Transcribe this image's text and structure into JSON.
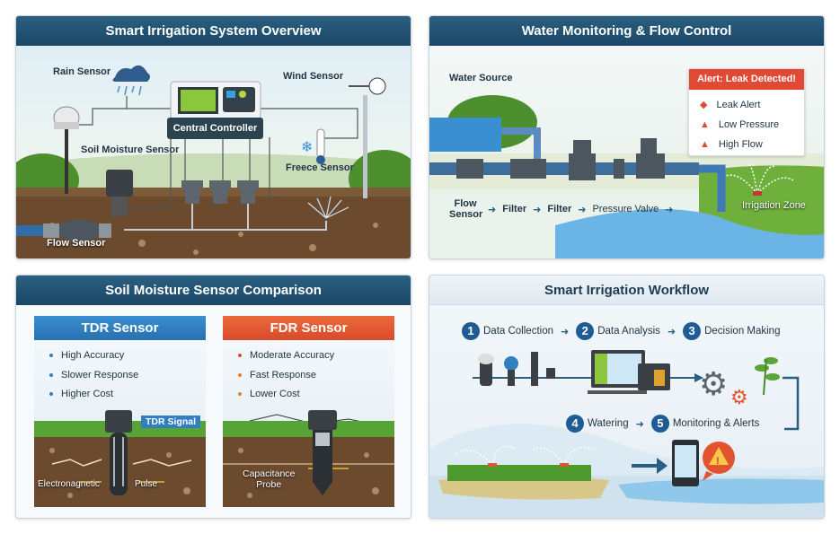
{
  "panels": {
    "overview": {
      "title": "Smart Irrigation System Overview",
      "labels": {
        "rain_sensor": "Rain Sensor",
        "wind_sensor": "Wind Sensor",
        "central_controller": "Central Controller",
        "soil_moisture_sensor": "Soil Moisture Sensor",
        "freeze_sensor": "Freece Sensor",
        "flow_sensor": "Flow Sensor"
      }
    },
    "water": {
      "title": "Water Monitoring & Flow Control",
      "water_source": "Water Source",
      "alert": {
        "title": "Alert: Leak Detected!",
        "items": [
          {
            "icon": "leak-icon",
            "label": "Leak Alert"
          },
          {
            "icon": "warning-icon",
            "label": "Low Pressure"
          },
          {
            "icon": "warning-icon",
            "label": "High Flow"
          }
        ]
      },
      "flow_labels": [
        "Flow Sensor",
        "Filter",
        "Filter",
        "Pressure Valve",
        "Irrigation Zone"
      ]
    },
    "comparison": {
      "title": "Soil Moisture Sensor Comparison",
      "tdr": {
        "title": "TDR Sensor",
        "bullets": [
          "High Accuracy",
          "Slower Response",
          "Higher Cost"
        ],
        "signal_label": "TDR Signal",
        "pulse_left": "Electronagnetic",
        "pulse_right": "Pulse"
      },
      "fdr": {
        "title": "FDR Sensor",
        "bullets": [
          "Moderate Accuracy",
          "Fast Response",
          "Lower Cost"
        ],
        "probe_label_1": "Capacitance",
        "probe_label_2": "Probe"
      }
    },
    "workflow": {
      "title": "Smart Irrigation Workflow",
      "steps": [
        {
          "n": "1",
          "label": "Data Collection"
        },
        {
          "n": "2",
          "label": "Data Analysis"
        },
        {
          "n": "3",
          "label": "Decision Making"
        },
        {
          "n": "4",
          "label": "Watering"
        },
        {
          "n": "5",
          "label": "Monitoring & Alerts"
        }
      ]
    }
  },
  "colors": {
    "header": "#1b4766",
    "tdr": "#2f7fc1",
    "fdr": "#e2532e",
    "alert": "#e04a35",
    "soil": "#5e3f25",
    "grass": "#4f9a2f"
  }
}
